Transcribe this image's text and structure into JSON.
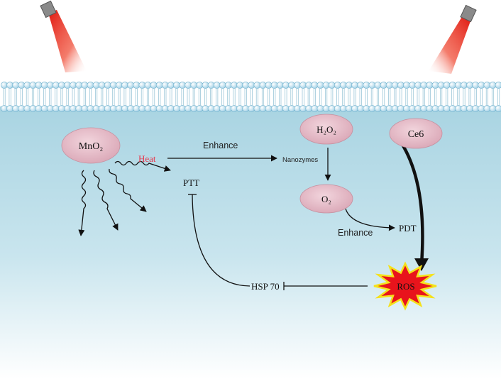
{
  "nodes": {
    "mno2": "MnO₂",
    "h2o2": "H₂O₂",
    "o2": "O₂",
    "ce6": "Ce6",
    "ptt": "PTT",
    "pdt": "PDT",
    "hsp70": "HSP 70",
    "ros": "ROS"
  },
  "edges": {
    "heat": "Heat",
    "enhance_top": "Enhance",
    "nanozymes": "Nanozymes",
    "enhance_bottom": "Enhance"
  },
  "colors": {
    "cytoplasm_top": "#a9d4e2",
    "cytoplasm_bottom": "#ffffff",
    "node_fill": "#e3b8c4",
    "heat_text": "#e8344a",
    "ros_fill": "#e8141c",
    "ros_stroke": "#f5e11a",
    "laser": "#ee2a18",
    "lipid_head": "#cfeaf5"
  }
}
